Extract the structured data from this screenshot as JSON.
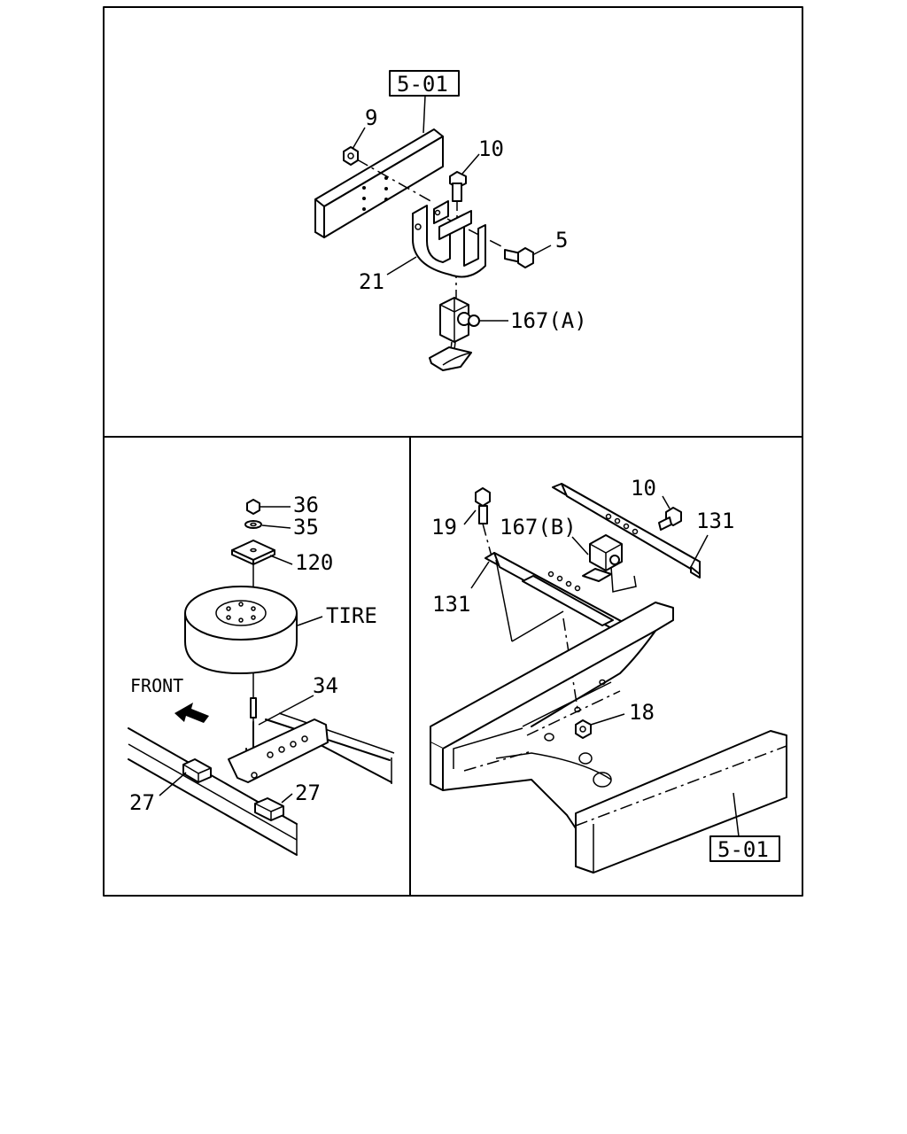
{
  "top_panel": {
    "ref_box": "5-01",
    "labels": {
      "nut": "9",
      "bolt_top": "10",
      "bolt_side": "5",
      "bracket": "21",
      "carrier": "167(A)"
    }
  },
  "bottom_left_panel": {
    "labels": {
      "nut": "36",
      "washer": "35",
      "plate": "120",
      "tire": "TIRE",
      "front": "FRONT",
      "hook": "34",
      "pad_left": "27",
      "pad_right": "27"
    }
  },
  "bottom_right_panel": {
    "ref_box": "5-01",
    "labels": {
      "bolt_right": "10",
      "bolt_left": "19",
      "carrier": "167(B)",
      "bracket_right": "131",
      "bracket_left": "131",
      "nut": "18"
    }
  }
}
